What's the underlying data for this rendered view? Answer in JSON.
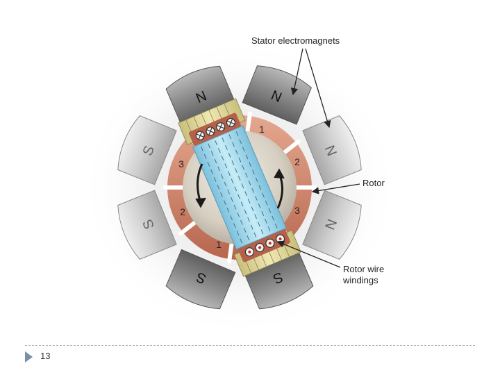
{
  "labels": {
    "stator": "Stator electromagnets",
    "rotor": "Rotor",
    "windings_line1": "Rotor wire",
    "windings_line2": "windings"
  },
  "poles": {
    "top_left": "N",
    "top_right": "N",
    "right_upper": "N",
    "right_lower": "N",
    "bottom_right": "S",
    "bottom_left": "S",
    "left_lower": "S",
    "left_upper": "S"
  },
  "segments": {
    "top_right": "1",
    "right_upper": "2",
    "right_lower": "3",
    "bottom_left": "1",
    "left_lower": "2",
    "left_upper": "3"
  },
  "footer": {
    "page_number": "13"
  },
  "colors": {
    "copper": "#c87860",
    "core": "#9fd4e8",
    "stator_gray": "#8c8c8c",
    "hub": "#d8d2c6"
  }
}
